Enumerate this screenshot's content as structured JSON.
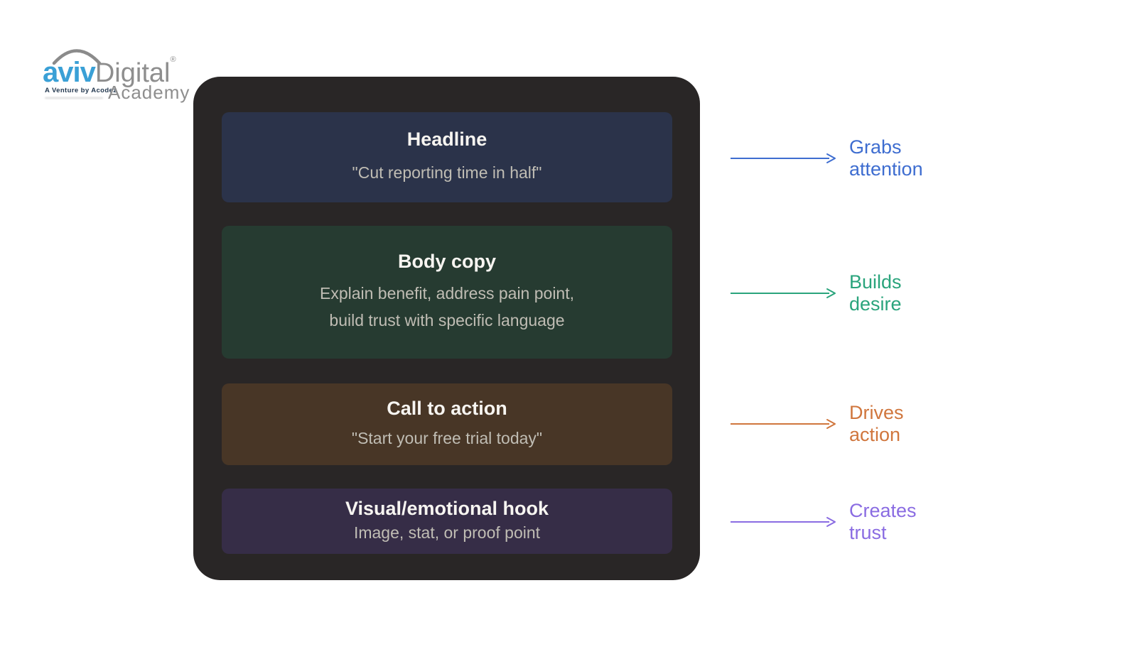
{
  "logo": {
    "primary": "aviv",
    "secondary": "Digital",
    "registered": "®",
    "tagline": "A Venture by Acodez",
    "academy": "Academy",
    "primary_color": "#3aa0d6",
    "gray_color": "#8e8e8e",
    "tagline_color": "#23384f",
    "arc_color": "#8b8b8b"
  },
  "card": {
    "bg": "#292626",
    "title_color": "#f7f5f1",
    "subtitle_color": "#c0bdb4",
    "panels": [
      {
        "id": "headline",
        "title": "Headline",
        "subtitle": "\"Cut reporting time in half\"",
        "bg": "#2b334a"
      },
      {
        "id": "body-copy",
        "title": "Body copy",
        "subtitle": "Explain benefit, address pain point,\nbuild trust with specific language",
        "bg": "#263b31"
      },
      {
        "id": "call-to-action",
        "title": "Call to action",
        "subtitle": "\"Start your free trial today\"",
        "bg": "#483626"
      },
      {
        "id": "visual-hook",
        "title": "Visual/emotional hook",
        "subtitle": "Image, stat, or proof point",
        "bg": "#362d47"
      }
    ]
  },
  "annotations": [
    {
      "id": "grabs-attention",
      "label": "Grabs\nattention",
      "color": "#3e6dd0"
    },
    {
      "id": "builds-desire",
      "label": "Builds\ndesire",
      "color": "#2aa47c"
    },
    {
      "id": "drives-action",
      "label": "Drives\naction",
      "color": "#d0763d"
    },
    {
      "id": "creates-trust",
      "label": "Creates\ntrust",
      "color": "#8a6ce2"
    }
  ]
}
